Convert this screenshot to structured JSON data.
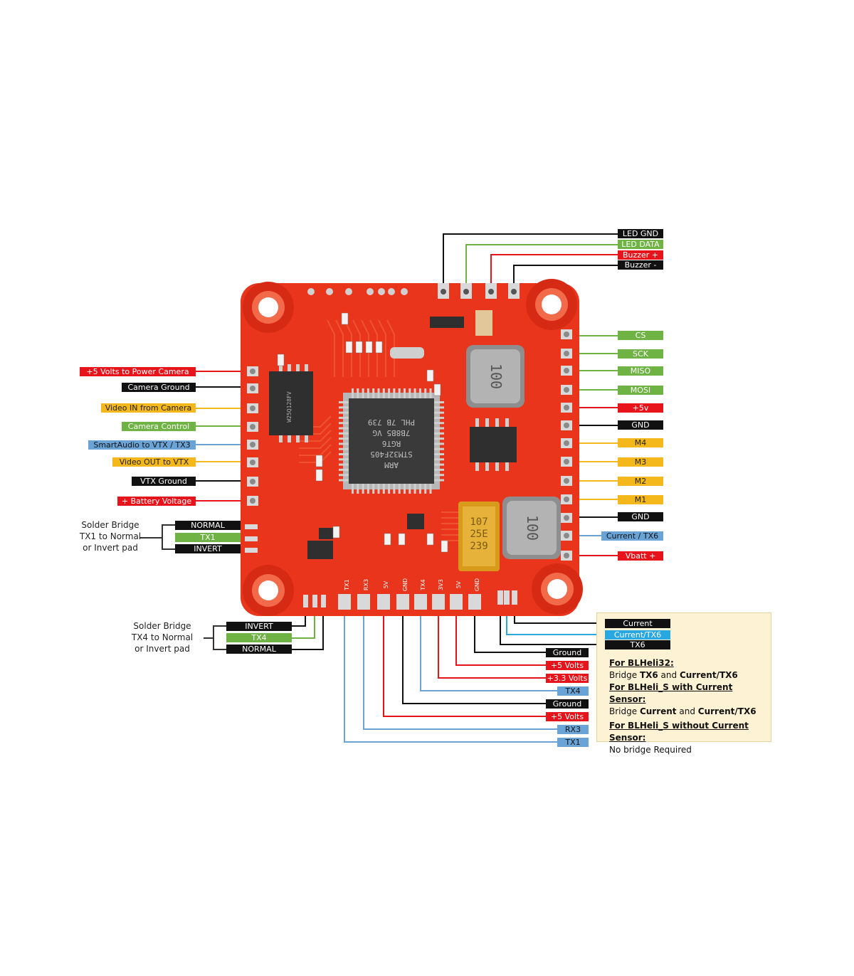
{
  "left_labels": [
    {
      "text": "+5 Volts to Power Camera",
      "color": "red"
    },
    {
      "text": "Camera Ground",
      "color": "black"
    },
    {
      "text": "Video IN from Camera",
      "color": "yellow"
    },
    {
      "text": "Camera Control",
      "color": "green"
    },
    {
      "text": "SmartAudio to VTX / TX3",
      "color": "blue"
    },
    {
      "text": "Video OUT to VTX",
      "color": "yellow"
    },
    {
      "text": "VTX Ground",
      "color": "black"
    },
    {
      "text": "+ Battery Voltage",
      "color": "red"
    }
  ],
  "top_labels": [
    {
      "text": "LED GND",
      "color": "black"
    },
    {
      "text": "LED DATA",
      "color": "green"
    },
    {
      "text": "Buzzer +",
      "color": "red"
    },
    {
      "text": "Buzzer -",
      "color": "black"
    }
  ],
  "right_labels": [
    {
      "text": "CS",
      "color": "green"
    },
    {
      "text": "SCK",
      "color": "green"
    },
    {
      "text": "MISO",
      "color": "green"
    },
    {
      "text": "MOSI",
      "color": "green"
    },
    {
      "text": "+5v",
      "color": "red"
    },
    {
      "text": "GND",
      "color": "black"
    },
    {
      "text": "M4",
      "color": "yellow"
    },
    {
      "text": "M3",
      "color": "yellow"
    },
    {
      "text": "M2",
      "color": "yellow"
    },
    {
      "text": "M1",
      "color": "yellow"
    },
    {
      "text": "GND",
      "color": "black"
    },
    {
      "text": "Current / TX6",
      "color": "blue"
    },
    {
      "text": "Vbatt +",
      "color": "red"
    }
  ],
  "bridge1": {
    "note": [
      "Solder Bridge",
      "TX1 to Normal",
      "or Invert pad"
    ],
    "labels": [
      {
        "text": "NORMAL",
        "color": "black"
      },
      {
        "text": "TX1",
        "color": "green"
      },
      {
        "text": "INVERT",
        "color": "black"
      }
    ]
  },
  "bridge2": {
    "note": [
      "Solder Bridge",
      "TX4 to Normal",
      "or Invert pad"
    ],
    "labels": [
      {
        "text": "INVERT",
        "color": "black"
      },
      {
        "text": "TX4",
        "color": "green"
      },
      {
        "text": "NORMAL",
        "color": "black"
      }
    ]
  },
  "current_labels": [
    {
      "text": "Current",
      "color": "black"
    },
    {
      "text": "Current/TX6",
      "color": "cyan"
    },
    {
      "text": "TX6",
      "color": "black"
    }
  ],
  "bottom_labels": [
    {
      "text": "Ground",
      "color": "black"
    },
    {
      "text": "+5 Volts",
      "color": "red"
    },
    {
      "text": "+3.3 Volts",
      "color": "red"
    },
    {
      "text": "TX4",
      "color": "blue"
    },
    {
      "text": "Ground",
      "color": "black"
    },
    {
      "text": "+5 Volts",
      "color": "red"
    },
    {
      "text": "RX3",
      "color": "blue"
    },
    {
      "text": "TX1",
      "color": "blue"
    }
  ],
  "info": {
    "h1": "For BLHeli32:",
    "l1a": "Bridge ",
    "l1b": "TX6",
    "l1c": " and ",
    "l1d": "Current/TX6",
    "h2": "For BLHeli_S with Current Sensor:",
    "l2a": "Bridge ",
    "l2b": "Current",
    "l2c": " and ",
    "l2d": "Current/TX6",
    "h3": "For BLHeli_S without Current Sensor:",
    "l3": "No bridge Required"
  },
  "board": {
    "mcu_text": [
      "ARM",
      "STM32F405",
      "RGT6",
      "7B8B5 VG",
      "PHL 7B 739"
    ],
    "inductor_text": "100",
    "cap_text": [
      "107",
      "25E",
      "239"
    ],
    "flash_text": "W25Q128FV",
    "silk_bottom": [
      "TX1",
      "RX3",
      "5V",
      "GND",
      "TX4",
      "3V3",
      "5V",
      "GND"
    ]
  },
  "colors": {
    "pcb": "#e8351c",
    "pcb_dark": "#c9240f",
    "red": "#e8141c",
    "green": "#6fb344",
    "yellow": "#f4b81c",
    "blue": "#6aa3d6",
    "cyan": "#29a7e1",
    "black": "#111111"
  }
}
